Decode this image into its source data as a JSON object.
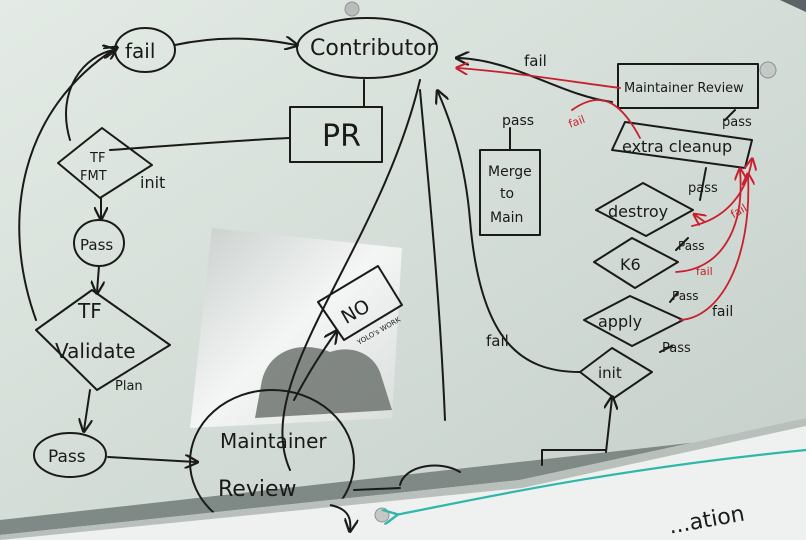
{
  "whiteboard": {
    "nodes": {
      "fail_top": "fail",
      "contributor": "Contributor",
      "pr": "PR",
      "tf_fmt_1": "TF",
      "tf_fmt_2": "FMT",
      "init_left": "init",
      "pass_1": "Pass",
      "tf_validate_1": "TF",
      "tf_validate_2": "Validate",
      "plan": "Plan",
      "pass_2": "Pass",
      "maintainer_review_1": "Maintainer",
      "maintainer_review_2": "Review",
      "no": "NO",
      "no_sub": "YOLO's WORK",
      "merge_1": "Merge",
      "merge_2": "to",
      "merge_3": "Main",
      "pass_merge": "pass",
      "fail_right": "fail",
      "maintainer_review_box": "Maintainer Review",
      "pass_mr": "pass",
      "fail_red_1": "fail",
      "extra_cleanup": "extra cleanup",
      "pass_ec": "pass",
      "destroy": "destroy",
      "fail_red_2": "fail",
      "k6": "K6",
      "pass_k6": "Pass",
      "fail_red_3": "fail",
      "pass_apply": "Pass",
      "apply": "apply",
      "fail_apply": "fail",
      "pass_init": "Pass",
      "init_right": "init",
      "fail_mid": "fail",
      "bottom_word": "...ation"
    },
    "colors": {
      "marker_black": "#1a1a1a",
      "marker_red": "#c8202e",
      "marker_teal": "#2fb7a9",
      "board": "#dfe6e1"
    }
  }
}
